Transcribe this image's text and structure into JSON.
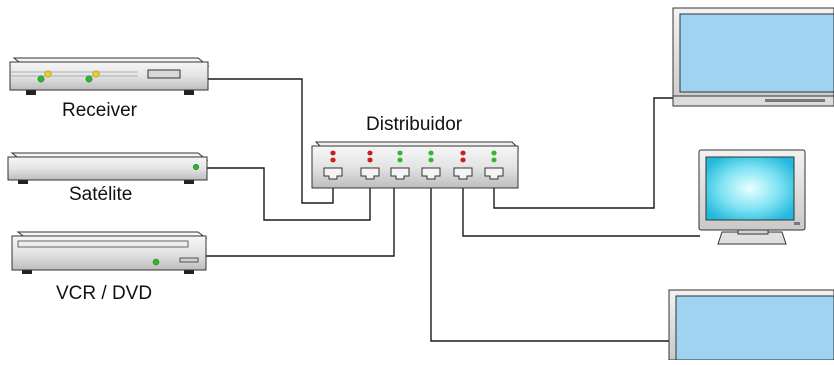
{
  "labels": {
    "receiver": "Receiver",
    "satellite": "Satélite",
    "vcr_dvd": "VCR / DVD",
    "distributor": "Distribuidor"
  },
  "colors": {
    "background": "#ffffff",
    "device_body": "#e6e6e6",
    "device_edge": "#333333",
    "wire": "#1a1a1a",
    "led_green": "#2fb82f",
    "led_yellow": "#e8d21a",
    "led_red": "#c81e1e",
    "screen_blue": "#9fd3f2",
    "screen_cyan": "#2bc7e6"
  },
  "distributor_port_leds": [
    [
      "red",
      "red"
    ],
    [
      "red",
      "red"
    ],
    [
      "green",
      "green"
    ],
    [
      "green",
      "green"
    ],
    [
      "red",
      "red"
    ],
    [
      "green",
      "green"
    ]
  ]
}
